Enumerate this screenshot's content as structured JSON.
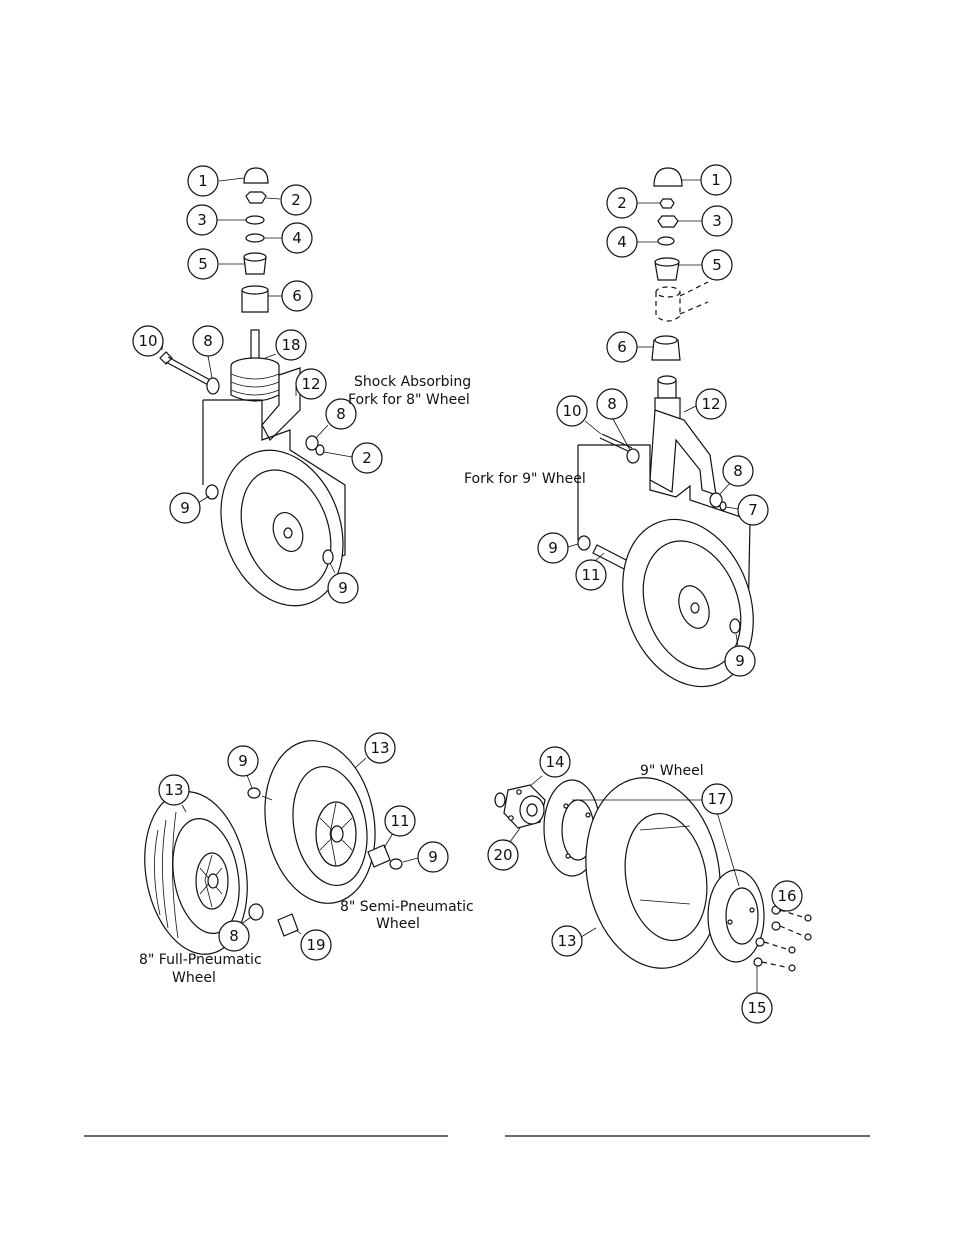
{
  "captions": {
    "shock_fork_line1": "Shock Absorbing",
    "shock_fork_line2": "Fork for 8\" Wheel",
    "fork_9": "Fork for 9\" Wheel",
    "wheel_9": "9\" Wheel",
    "semi_pneumatic_line1": "8\" Semi-Pneumatic",
    "semi_pneumatic_line2": "Wheel",
    "full_pneumatic_line1": "8\" Full-Pneumatic",
    "full_pneumatic_line2": "Wheel"
  },
  "callouts": {
    "a1": "1",
    "a2": "2",
    "a3": "3",
    "a4": "4",
    "a5": "5",
    "a6": "6",
    "a10": "10",
    "a8a": "8",
    "a18": "18",
    "a12": "12",
    "a8b": "8",
    "a2b": "2",
    "a9a": "9",
    "a9b": "9",
    "b1": "1",
    "b2": "2",
    "b3": "3",
    "b4": "4",
    "b5": "5",
    "b6": "6",
    "b10": "10",
    "b8a": "8",
    "b12": "12",
    "b8b": "8",
    "b7": "7",
    "b9a": "9",
    "b11": "11",
    "b9b": "9",
    "c13a": "13",
    "c9a": "9",
    "c13b": "13",
    "c11": "11",
    "c9b": "9",
    "c8": "8",
    "c19": "19",
    "d14": "14",
    "d17": "17",
    "d20": "20",
    "d13": "13",
    "d16": "16",
    "d15": "15"
  }
}
